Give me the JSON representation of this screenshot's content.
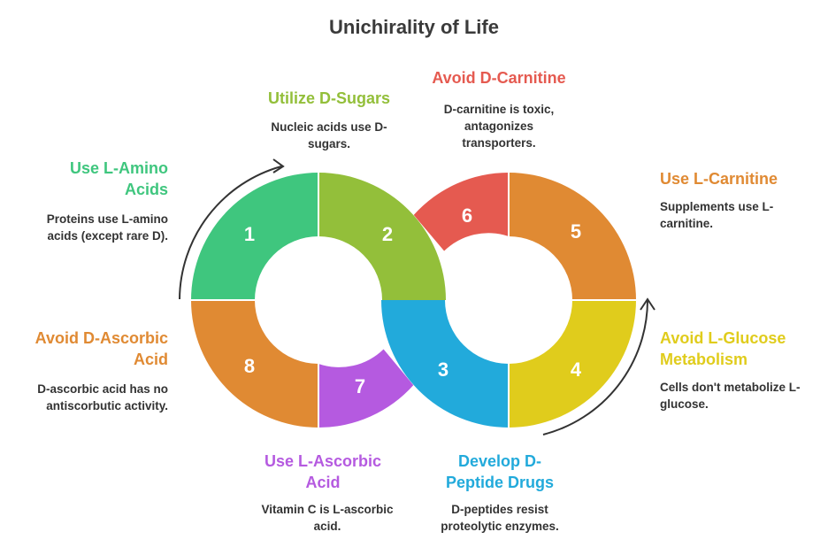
{
  "title": "Unichirality of Life",
  "colors": {
    "green": "#3fc67e",
    "lime": "#93bf3a",
    "red": "#e55a50",
    "orange": "#e08a33",
    "yellow": "#e0cc1c",
    "blue": "#22aadb",
    "purple": "#b55ae0",
    "text_dark": "#333333",
    "arrow": "#333333"
  },
  "segments": [
    {
      "number": "1",
      "heading": "Use L-Amino Acids",
      "description": "Proteins use L-amino acids (except rare D).",
      "color": "#3fc67e"
    },
    {
      "number": "2",
      "heading": "Utilize D-Sugars",
      "description": "Nucleic acids use D-sugars.",
      "color": "#93bf3a"
    },
    {
      "number": "3",
      "heading": "Develop D-Peptide Drugs",
      "description": "D-peptides resist proteolytic enzymes.",
      "color": "#22aadb"
    },
    {
      "number": "4",
      "heading": "Avoid L-Glucose Metabolism",
      "description": "Cells don't metabolize L-glucose.",
      "color": "#e0cc1c"
    },
    {
      "number": "5",
      "heading": "Use L-Carnitine",
      "description": "Supplements use L-carnitine.",
      "color": "#e08a33"
    },
    {
      "number": "6",
      "heading": "Avoid D-Carnitine",
      "description": "D-carnitine is toxic, antagonizes transporters.",
      "color": "#e55a50"
    },
    {
      "number": "7",
      "heading": "Use L-Ascorbic Acid",
      "description": "Vitamin C is L-ascorbic acid.",
      "color": "#b55ae0"
    },
    {
      "number": "8",
      "heading": "Avoid D-Ascorbic Acid",
      "description": "D-ascorbic acid has no antiscorbutic activity.",
      "color": "#e08a33"
    }
  ]
}
